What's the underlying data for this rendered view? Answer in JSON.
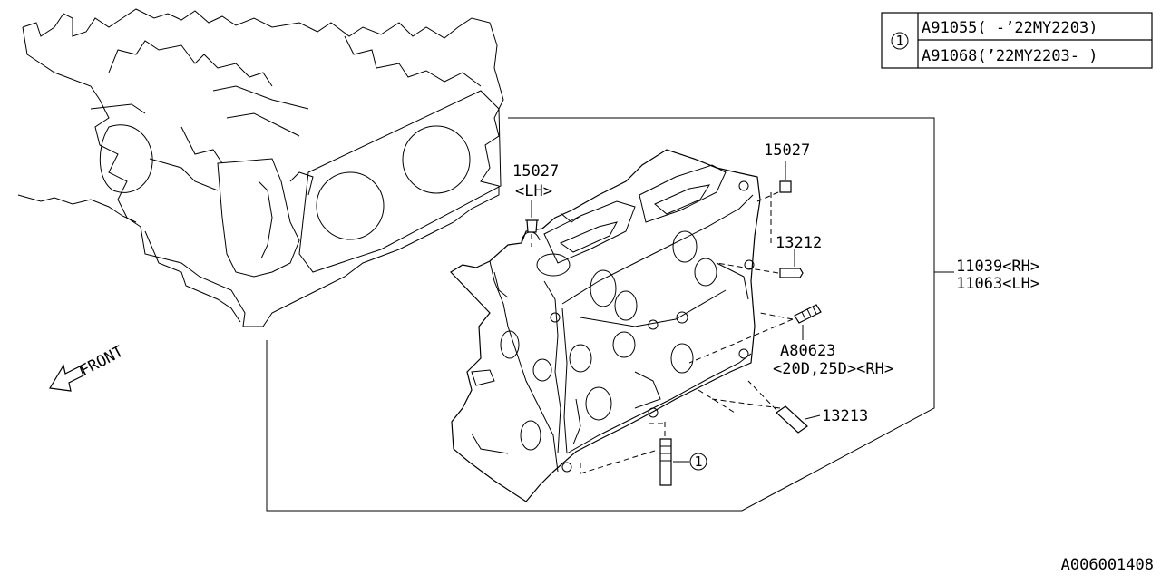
{
  "legend": {
    "symbol": "1",
    "rows": [
      "A91055( -’22MY2203)",
      "A91068(’22MY2203- )"
    ]
  },
  "callouts": {
    "plug_top_rh": "15027",
    "plug_lh_code": "15027",
    "plug_lh_side": "<LH>",
    "dowel_upper": "13212",
    "head_rh": "11039<RH>",
    "head_lh": "11063<LH>",
    "stud_code": "A80623",
    "stud_note": "<20D,25D><RH>",
    "dowel_lower": "13213",
    "guide_ref": "1"
  },
  "front_label": "FRONT",
  "diagram_id": "A006001408"
}
